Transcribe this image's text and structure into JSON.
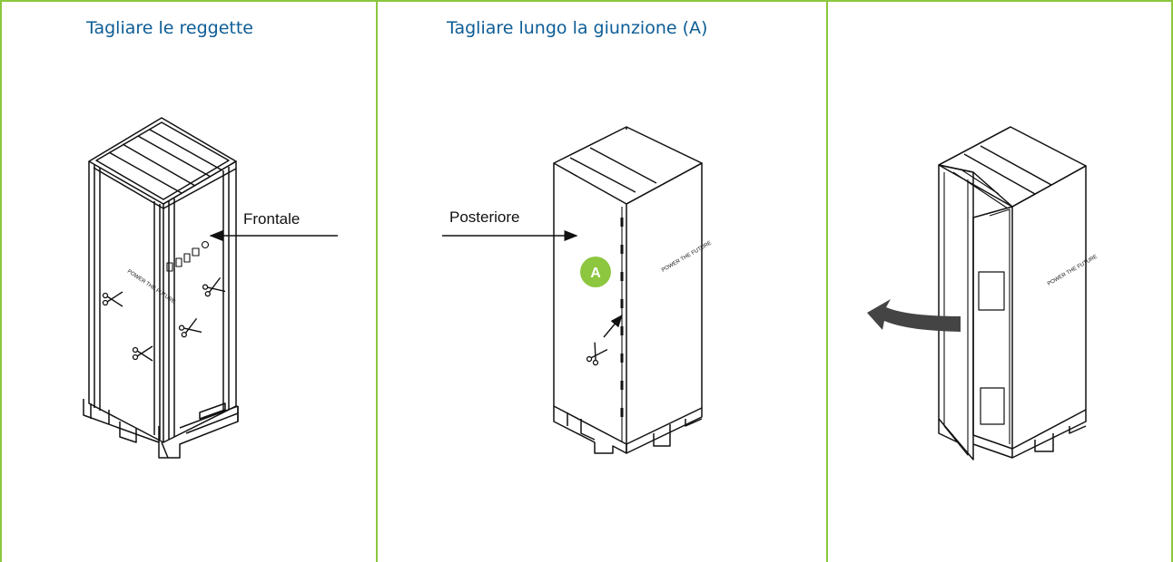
{
  "panels": [
    {
      "title": "Tagliare le reggette",
      "label": "Frontale"
    },
    {
      "title": "Tagliare lungo la giunzione (A)",
      "label": "Posteriore",
      "marker": "A"
    },
    {
      "title": ""
    }
  ],
  "box_print": "POWER THE FUTURE",
  "colors": {
    "border": "#8dc63f",
    "title": "#0d5d96",
    "marker": "#8dc63f",
    "ink": "#111111"
  }
}
